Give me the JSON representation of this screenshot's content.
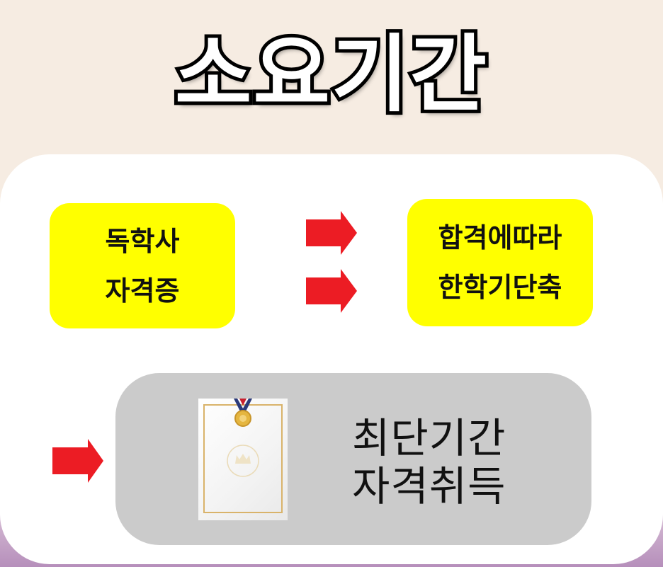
{
  "title": "소요기간",
  "left_box": {
    "lines": [
      "독학사",
      "자격증"
    ]
  },
  "right_box": {
    "lines": [
      "합격에따라",
      "한학기단축"
    ]
  },
  "result_box": {
    "lines": [
      "최단기간",
      "자격취득"
    ],
    "image": "certificate-with-medal"
  },
  "colors": {
    "background_top": "#f6ece2",
    "background_bottom": "#b68fbb",
    "highlight_box": "#ffff00",
    "result_box": "#cbcbcb",
    "arrow": "#ec1c24"
  },
  "icons": [
    "arrow-right-icon",
    "arrow-right-icon",
    "arrow-right-icon",
    "certificate-icon"
  ]
}
